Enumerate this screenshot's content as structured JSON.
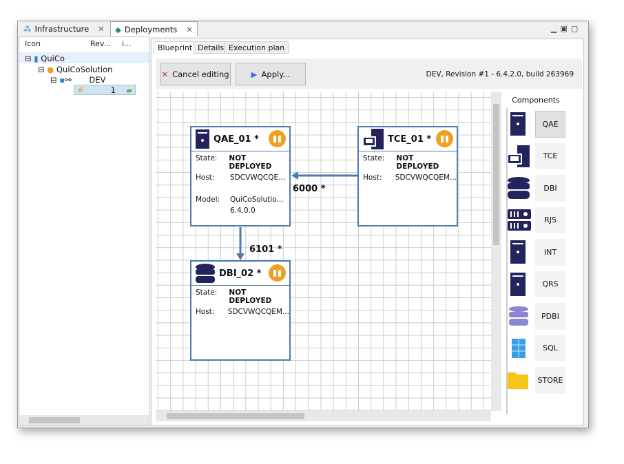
{
  "tabs": [
    {
      "label": "Infrastructure"
    },
    {
      "label": "Deployments"
    }
  ],
  "tree": {
    "columns": [
      "Icon",
      "Rev...",
      "i..."
    ],
    "items": [
      "QuiCo",
      "QuiCoSolution",
      "DEV",
      "1"
    ]
  },
  "inner_tabs": [
    "Blueprint",
    "Details",
    "Execution plan"
  ],
  "toolbar": {
    "cancel": "Cancel editing",
    "apply": "Apply...",
    "status": "DEV, Revision #1 - 6.4.2.0, build 263969"
  },
  "nodes": {
    "qae": {
      "title": "QAE_01 *",
      "state_label": "State:",
      "state": "NOT DEPLOYED",
      "host_label": "Host:",
      "host": "SDCVWQCQE...",
      "model_label": "Model:",
      "model": "QuiCoSolutio...",
      "version": "6.4.0.0"
    },
    "tce": {
      "title": "TCE_01 *",
      "state_label": "State:",
      "state": "NOT DEPLOYED",
      "host_label": "Host:",
      "host": "SDCVWQCQEM..."
    },
    "dbi": {
      "title": "DBI_02 *",
      "state_label": "State:",
      "state": "NOT DEPLOYED",
      "host_label": "Host:",
      "host": "SDCVWQCQEM..."
    }
  },
  "connections": [
    {
      "label": "6000 *"
    },
    {
      "label": "6101 *"
    }
  ],
  "components": {
    "title": "Components",
    "items": [
      "QAE",
      "TCE",
      "DBI",
      "RJS",
      "INT",
      "QRS",
      "PDBI",
      "SQL",
      "STORE"
    ]
  },
  "colors": {
    "node_border": "#4a7bae",
    "icon": "#23245e",
    "pause": "#f0a020"
  }
}
